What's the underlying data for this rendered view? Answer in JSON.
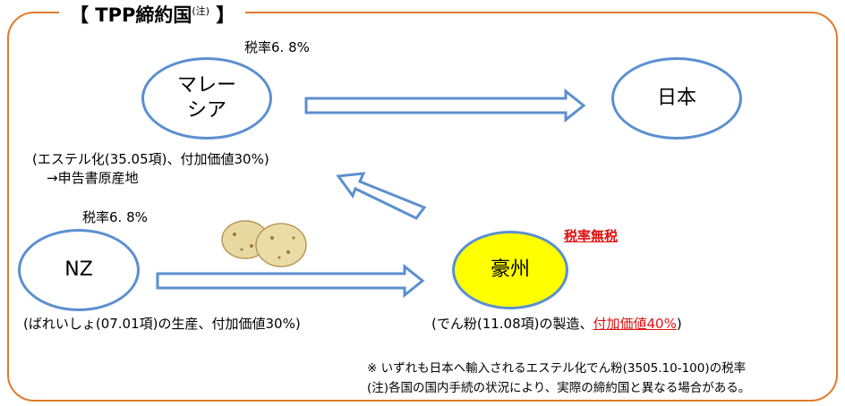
{
  "title": {
    "main": "【 TPP締約国",
    "sup": "(注)",
    "close": "】"
  },
  "nodes": {
    "malaysia": {
      "label": "マレー\nシア"
    },
    "japan": {
      "label": "日本"
    },
    "nz": {
      "label": "NZ"
    },
    "goshu": {
      "label": "豪州"
    }
  },
  "labels": {
    "malaysia_rate": "税率6. 8%",
    "malaysia_desc_1": "(エステル化(35.05項)、付加価値30%)",
    "malaysia_desc_2": "→申告書原産地",
    "nz_rate": "税率6. 8%",
    "nz_desc": "(ばれいしょ(07.01項)の生産、付加価値30%)",
    "goshu_badge": "税率無税",
    "goshu_desc_a": "(でん粉(11.08項)の製造、",
    "goshu_desc_b": "付加価値40%",
    "goshu_desc_c": ")"
  },
  "notes": {
    "note_1": "※ いずれも日本へ輸入されるエステル化でん粉(3505.10-100)の税率",
    "note_2": "(注)各国の国内手続の状況により、実際の締約国と異なる場合がある。"
  },
  "icons": {
    "potatoes": "potato-icon"
  },
  "colors": {
    "frame": "#e07b2a",
    "node_border": "#5b8fd0",
    "goshu_fill": "#ffff00",
    "highlight_red": "#e01010",
    "potato": "#e8d9a0"
  }
}
